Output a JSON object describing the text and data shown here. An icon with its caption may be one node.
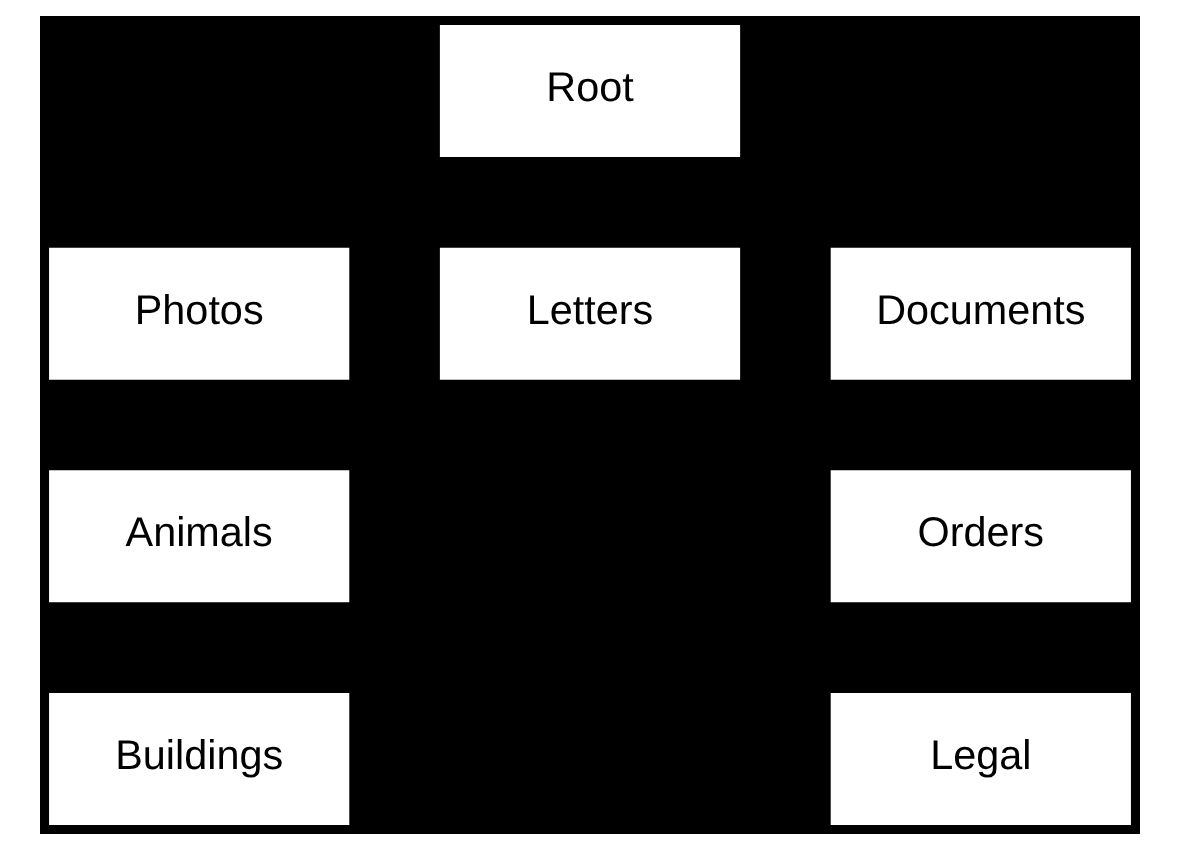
{
  "diagram": {
    "nodes": [
      {
        "text": [
          "Root"
        ]
      },
      {
        "text": [
          "Photos"
        ]
      },
      {
        "text": [
          "Letters"
        ]
      },
      {
        "text": [
          "Documents"
        ]
      },
      {
        "text": [
          "Animals"
        ]
      },
      {
        "text": [
          "Orders"
        ]
      },
      {
        "text": [
          "Buildings"
        ]
      },
      {
        "text": [
          "Legal"
        ]
      }
    ],
    "edges": []
  }
}
